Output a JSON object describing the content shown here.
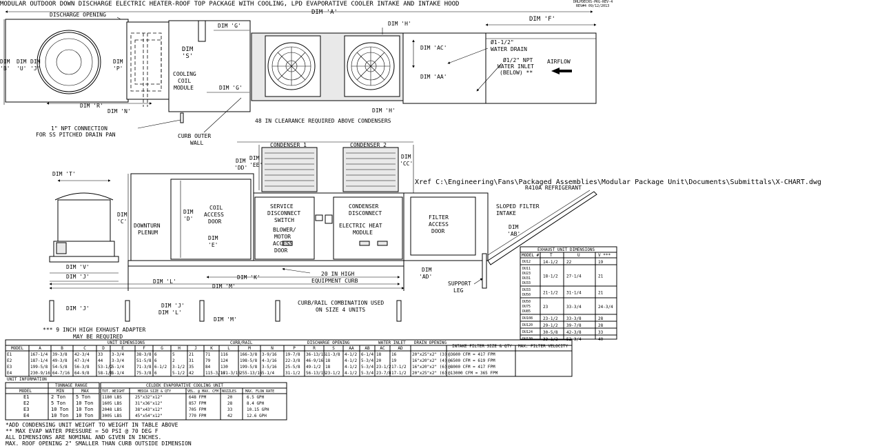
{
  "title": "MODULAR OUTDOOR DOWN DISCHARGE ELECTRIC HEATER-ROOF TOP PACKAGE WITH COOLING, LPD EVAPORATIVE COOLER INTAKE AND INTAKE HOOD",
  "drawing_id": "DHLPDECRS-PKG-REV-4",
  "rev": "REV#4   09/12/2013",
  "xref": "Xref C:\\Engineering\\Fans\\Packaged Assemblies\\Modular Package Unit\\Documents\\Submittals\\X-CHART.dwg",
  "refrigerant": "R410A REFRIGERANT",
  "plan": {
    "discharge_opening": "DISCHARGE OPENING",
    "dim_a": "DIM 'A'",
    "dim_f": "DIM 'F'",
    "dim_g": "DIM 'G'",
    "dim_h": "DIM 'H'",
    "dim_s1": "DIM",
    "dim_s2": "'S'",
    "dim_p1": "DIM",
    "dim_p2": "'P'",
    "dim_b1": "DIM",
    "dim_b2": "'B'",
    "dim_u1": "DIM",
    "dim_u2": "'U'",
    "dim_j1": "DIM",
    "dim_j2": "'J'",
    "dim_r": "DIM 'R'",
    "dim_n": "DIM 'N'",
    "dim_ac": "DIM 'AC'",
    "dim_aa": "DIM 'AA'",
    "cooling_coil_1": "COOLING",
    "cooling_coil_2": "COIL",
    "cooling_coil_3": "MODULE",
    "water_drain_1": "Ø1-1/2\"",
    "water_drain_2": "WATER DRAIN",
    "water_inlet_1": "Ø1/2\" NPT",
    "water_inlet_2": "WATER INLET",
    "water_inlet_3": "(BELOW) **",
    "airflow": "AIRFLOW",
    "npt_1": "1\" NPT CONNECTION",
    "npt_2": "FOR SS PITCHED DRAIN PAN",
    "curb_1": "CURB OUTER",
    "curb_2": "WALL",
    "clearance": "48 IN CLEARANCE REQUIRED ABOVE CONDENSERS"
  },
  "elevation": {
    "condenser_1": "CONDENSER 1",
    "condenser_2": "CONDENSER 2",
    "dim_t": "DIM 'T'",
    "dim_c1": "DIM",
    "dim_c2": "'C'",
    "dim_d1": "DIM",
    "dim_d2": "'D'",
    "dim_e1": "DIM",
    "dim_e2": "'E'",
    "dim_dd1": "DIM",
    "dim_dd2": "'DD'",
    "dim_ee1": "DIM",
    "dim_ee2": "'EE'",
    "dim_cc1": "DIM",
    "dim_cc2": "'CC'",
    "dim_ab1": "DIM",
    "dim_ab2": "'AB'",
    "dim_ad1": "DIM",
    "dim_ad2": "'AD'",
    "dim_v": "DIM 'V'",
    "dim_j": "DIM 'J'",
    "dim_k": "DIM 'K'",
    "dim_l": "DIM 'L'",
    "dim_m": "DIM 'M'",
    "downturn_1": "DOWNTURN",
    "downturn_2": "PLENUM",
    "coil_access_1": "COIL",
    "coil_access_2": "ACCESS",
    "coil_access_3": "DOOR",
    "service_1": "SERVICE",
    "service_2": "DISCONNECT",
    "service_3": "SWITCH",
    "condenser_disc_1": "CONDENSER",
    "condenser_disc_2": "DISCONNECT",
    "blower_1": "BLOWER/",
    "blower_2": "MOTOR",
    "blower_3": "ACCESS",
    "blower_4": "DOOR",
    "electric_1": "ELECTRIC HEAT",
    "electric_2": "MODULE",
    "filter_1": "FILTER",
    "filter_2": "ACCESS",
    "filter_3": "DOOR",
    "sloped_1": "SLOPED FILTER",
    "sloped_2": "INTAKE",
    "curb_high_1": "20 IN HIGH",
    "curb_high_2": "EQUIPMENT CURB",
    "support_1": "SUPPORT",
    "support_2": "LEG",
    "rail_1": "CURB/RAIL COMBINATION USED",
    "rail_2": "ON SIZE 4 UNITS",
    "adapter_1": "*** 9 INCH HIGH EXHAUST ADAPTER",
    "adapter_2": "MAY BE REQUIRED"
  },
  "exhaust_table": {
    "title": "EXHAUST UNIT DIMENSIONS",
    "headers": [
      "MODEL #",
      "T",
      "U",
      "V ***"
    ],
    "rows": [
      {
        "models": [
          "DU12"
        ],
        "t": "14-1/2",
        "u": "22",
        "v": "19"
      },
      {
        "models": [
          "DU11",
          "DU23",
          "DU31",
          "DU33"
        ],
        "t": "18-1/2",
        "u": "27-1/4",
        "v": "21"
      },
      {
        "models": [
          "DU33",
          "DU50"
        ],
        "t": "21-1/2",
        "u": "31-1/4",
        "v": "21"
      },
      {
        "models": [
          "DU50",
          "DU75",
          "DU85"
        ],
        "t": "23",
        "u": "33-3/4",
        "v": "24-3/4"
      },
      {
        "models": [
          "DU108"
        ],
        "t": "23-1/2",
        "u": "33-3/8",
        "v": "28"
      },
      {
        "models": [
          "DU120"
        ],
        "t": "29-1/2",
        "u": "39-7/8",
        "v": "28"
      },
      {
        "models": [
          "DU124"
        ],
        "t": "30-5/8",
        "u": "42-3/8",
        "v": "33"
      },
      {
        "models": [
          "DU130"
        ],
        "t": "33-1/2",
        "u": "52-3/4",
        "v": "40"
      }
    ]
  },
  "main_table": {
    "groups": {
      "unit_dimensions": "UNIT DIMENSIONS",
      "curb_rail": "CURB/RAIL",
      "discharge": "DISCHARGE OPENING",
      "water_inlet": "WATER INLET",
      "drain_opening": "DRAIN OPENING",
      "intake_filter": "INTAKE FILTER SIZE & QTY",
      "max_filter": "MAX. FILTER VELOCITY"
    },
    "headers": [
      "MODEL",
      "A",
      "B",
      "C",
      "D",
      "E",
      "F",
      "G",
      "H",
      "J",
      "K",
      "L",
      "M",
      "N",
      "P",
      "R",
      "S",
      "AA",
      "AB",
      "AC",
      "AD"
    ],
    "rows": [
      [
        "E1",
        "167-1/4",
        "39-3/8",
        "42-3/4",
        "33",
        "3-3/4",
        "38-3/8",
        "6",
        "5",
        "21",
        "71",
        "116",
        "166-3/8",
        "3-9/16",
        "19-7/8",
        "36-13/16",
        "11-3/8",
        "4-1/2",
        "6-1/4",
        "18",
        "16",
        "20\"x25\"x2\" (3)",
        "@3600 CFM = 417 FPM"
      ],
      [
        "E2",
        "187-1/4",
        "49-3/8",
        "47-3/4",
        "44",
        "3-3/4",
        "51-5/8",
        "6",
        "2",
        "31",
        "79",
        "124",
        "198-5/8",
        "4-3/16",
        "22-3/8",
        "46-9/16",
        "18",
        "4-1/2",
        "5-3/4",
        "20",
        "19",
        "16\"x20\"x2\" (4)",
        "@6500 CFM = 619 FPM"
      ],
      [
        "E3",
        "199-5/8",
        "54-5/8",
        "56-3/8",
        "53-1/2",
        "5-1/4",
        "71-3/8",
        "6-1/2",
        "3-1/2",
        "35",
        "84",
        "130",
        "199-5/8",
        "3-5/16",
        "25-5/8",
        "49-1/2",
        "18",
        "4-1/2",
        "5-3/4",
        "23-1/2",
        "17-1/2",
        "16\"x20\"x2\" (6)",
        "@8000 CFM = 417 FPM"
      ],
      [
        "E4",
        "230-9/16",
        "64-7/16",
        "64-9/8",
        "58-1/8",
        "5-1/4",
        "75-3/8",
        "6",
        "5-1/2",
        "42",
        "115-3/16",
        "171-3/16",
        "255-13/16",
        "5-1/4",
        "31-1/2",
        "56-13/16",
        "23-1/2",
        "4-1/2",
        "5-3/4",
        "23-7/8",
        "17-1/2",
        "20\"x25\"x2\" (6)",
        "@13000 CFM = 365 FPM"
      ]
    ]
  },
  "unit_info": {
    "title": "UNIT INFORMATION",
    "tonnage_header": "TONNAGE RANGE",
    "headers": [
      "MODEL",
      "MIN",
      "MAX"
    ],
    "rows": [
      [
        "E1",
        "2 Ton",
        "5 Ton"
      ],
      [
        "E2",
        "5 Ton",
        "10 Ton"
      ],
      [
        "E3",
        "10 Ton",
        "10 Ton"
      ],
      [
        "E4",
        "10 Ton",
        "10 Ton"
      ]
    ]
  },
  "celdek": {
    "title": "CELDEK EVAPORATIVE COOLING UNIT",
    "headers": [
      "TOT. WEIGHT",
      "MEDIA SIZE & QTY",
      "VEL. @ MAX. CFM",
      "NOZZLES",
      "MAX. FLOW RATE"
    ],
    "rows": [
      [
        "1180 LBS",
        "25\"x32\"x12\"",
        "648 FPM",
        "20",
        "6.5 GPH"
      ],
      [
        "1605 LBS",
        "31\"x36\"x12\"",
        "857 FPM",
        "28",
        "8.4 GPH"
      ],
      [
        "2048 LBS",
        "38\"x43\"x12\"",
        "705 FPM",
        "33",
        "10.15 GPH"
      ],
      [
        "3005 LBS",
        "45\"x54\"x12\"",
        "770 FPM",
        "42",
        "12.6 GPH"
      ]
    ]
  },
  "notes": [
    "*ADD CONDENSING UNIT WEIGHT TO WEIGHT IN TABLE ABOVE",
    "** MAX EVAP WATER PRESSURE = 50 PSI @ 70 DEG F",
    "ALL DIMENSIONS ARE NOMINAL AND GIVEN IN INCHES.",
    "MAX. ROOF OPENING 2\" SMALLER THAN CURB OUTSIDE DIMENSION"
  ]
}
